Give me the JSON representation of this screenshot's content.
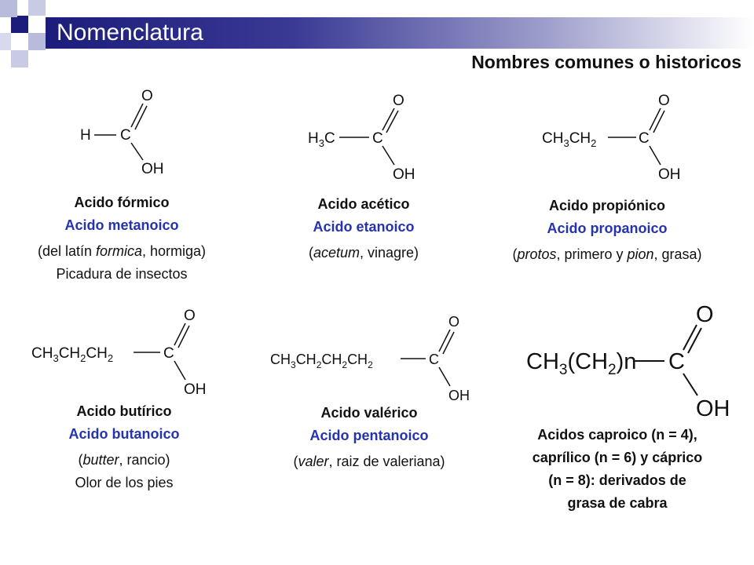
{
  "header": {
    "title": "Nomenclatura",
    "subtitle": "Nombres comunes o historicos"
  },
  "acids": [
    {
      "formula_prefix": "H",
      "common": "Acido fórmico",
      "iupac": "Acido metanoico",
      "etym_pre": "(del latín ",
      "etym_word1": "formica",
      "etym_mid": ", hormiga)",
      "extra": "Picadura de insectos"
    },
    {
      "formula_prefix": "H3C",
      "common": "Acido acético",
      "iupac": "Acido etanoico",
      "etym_pre": "(",
      "etym_word1": "acetum",
      "etym_mid": ", vinagre)"
    },
    {
      "formula_prefix": "CH3CH2",
      "common": "Acido propiónico",
      "iupac": "Acido propanoico",
      "etym_pre": "(",
      "etym_word1": "protos",
      "etym_mid": ", primero y ",
      "etym_word2": "pion",
      "etym_post": ", grasa)"
    },
    {
      "formula_prefix": "CH3CH2CH2",
      "common": "Acido butírico",
      "iupac": "Acido butanoico",
      "etym_pre": "(",
      "etym_word1": "butter",
      "etym_mid": ", rancio)",
      "extra": "Olor de los pies"
    },
    {
      "formula_prefix": "CH3CH2CH2CH2",
      "common": "Acido valérico",
      "iupac": "Acido pentanoico",
      "etym_pre": "(",
      "etym_word1": "valer",
      "etym_mid": ", raiz de valeriana)"
    },
    {
      "formula_prefix": "CH3(CH2)n",
      "caption_lines": [
        "Acidos caproico (n = 4),",
        "caprílico (n = 6) y cáprico",
        "(n = 8): derivados de",
        "grasa de cabra"
      ]
    }
  ],
  "atoms": {
    "carbon": "C",
    "oxygen": "O",
    "hydroxyl": "OH"
  },
  "colors": {
    "iupac_name": "#2433b0",
    "title_bar_dark": "#1c1c7a",
    "deco_dark": "#1c1c7a",
    "deco_light": "#aeb0d6"
  }
}
